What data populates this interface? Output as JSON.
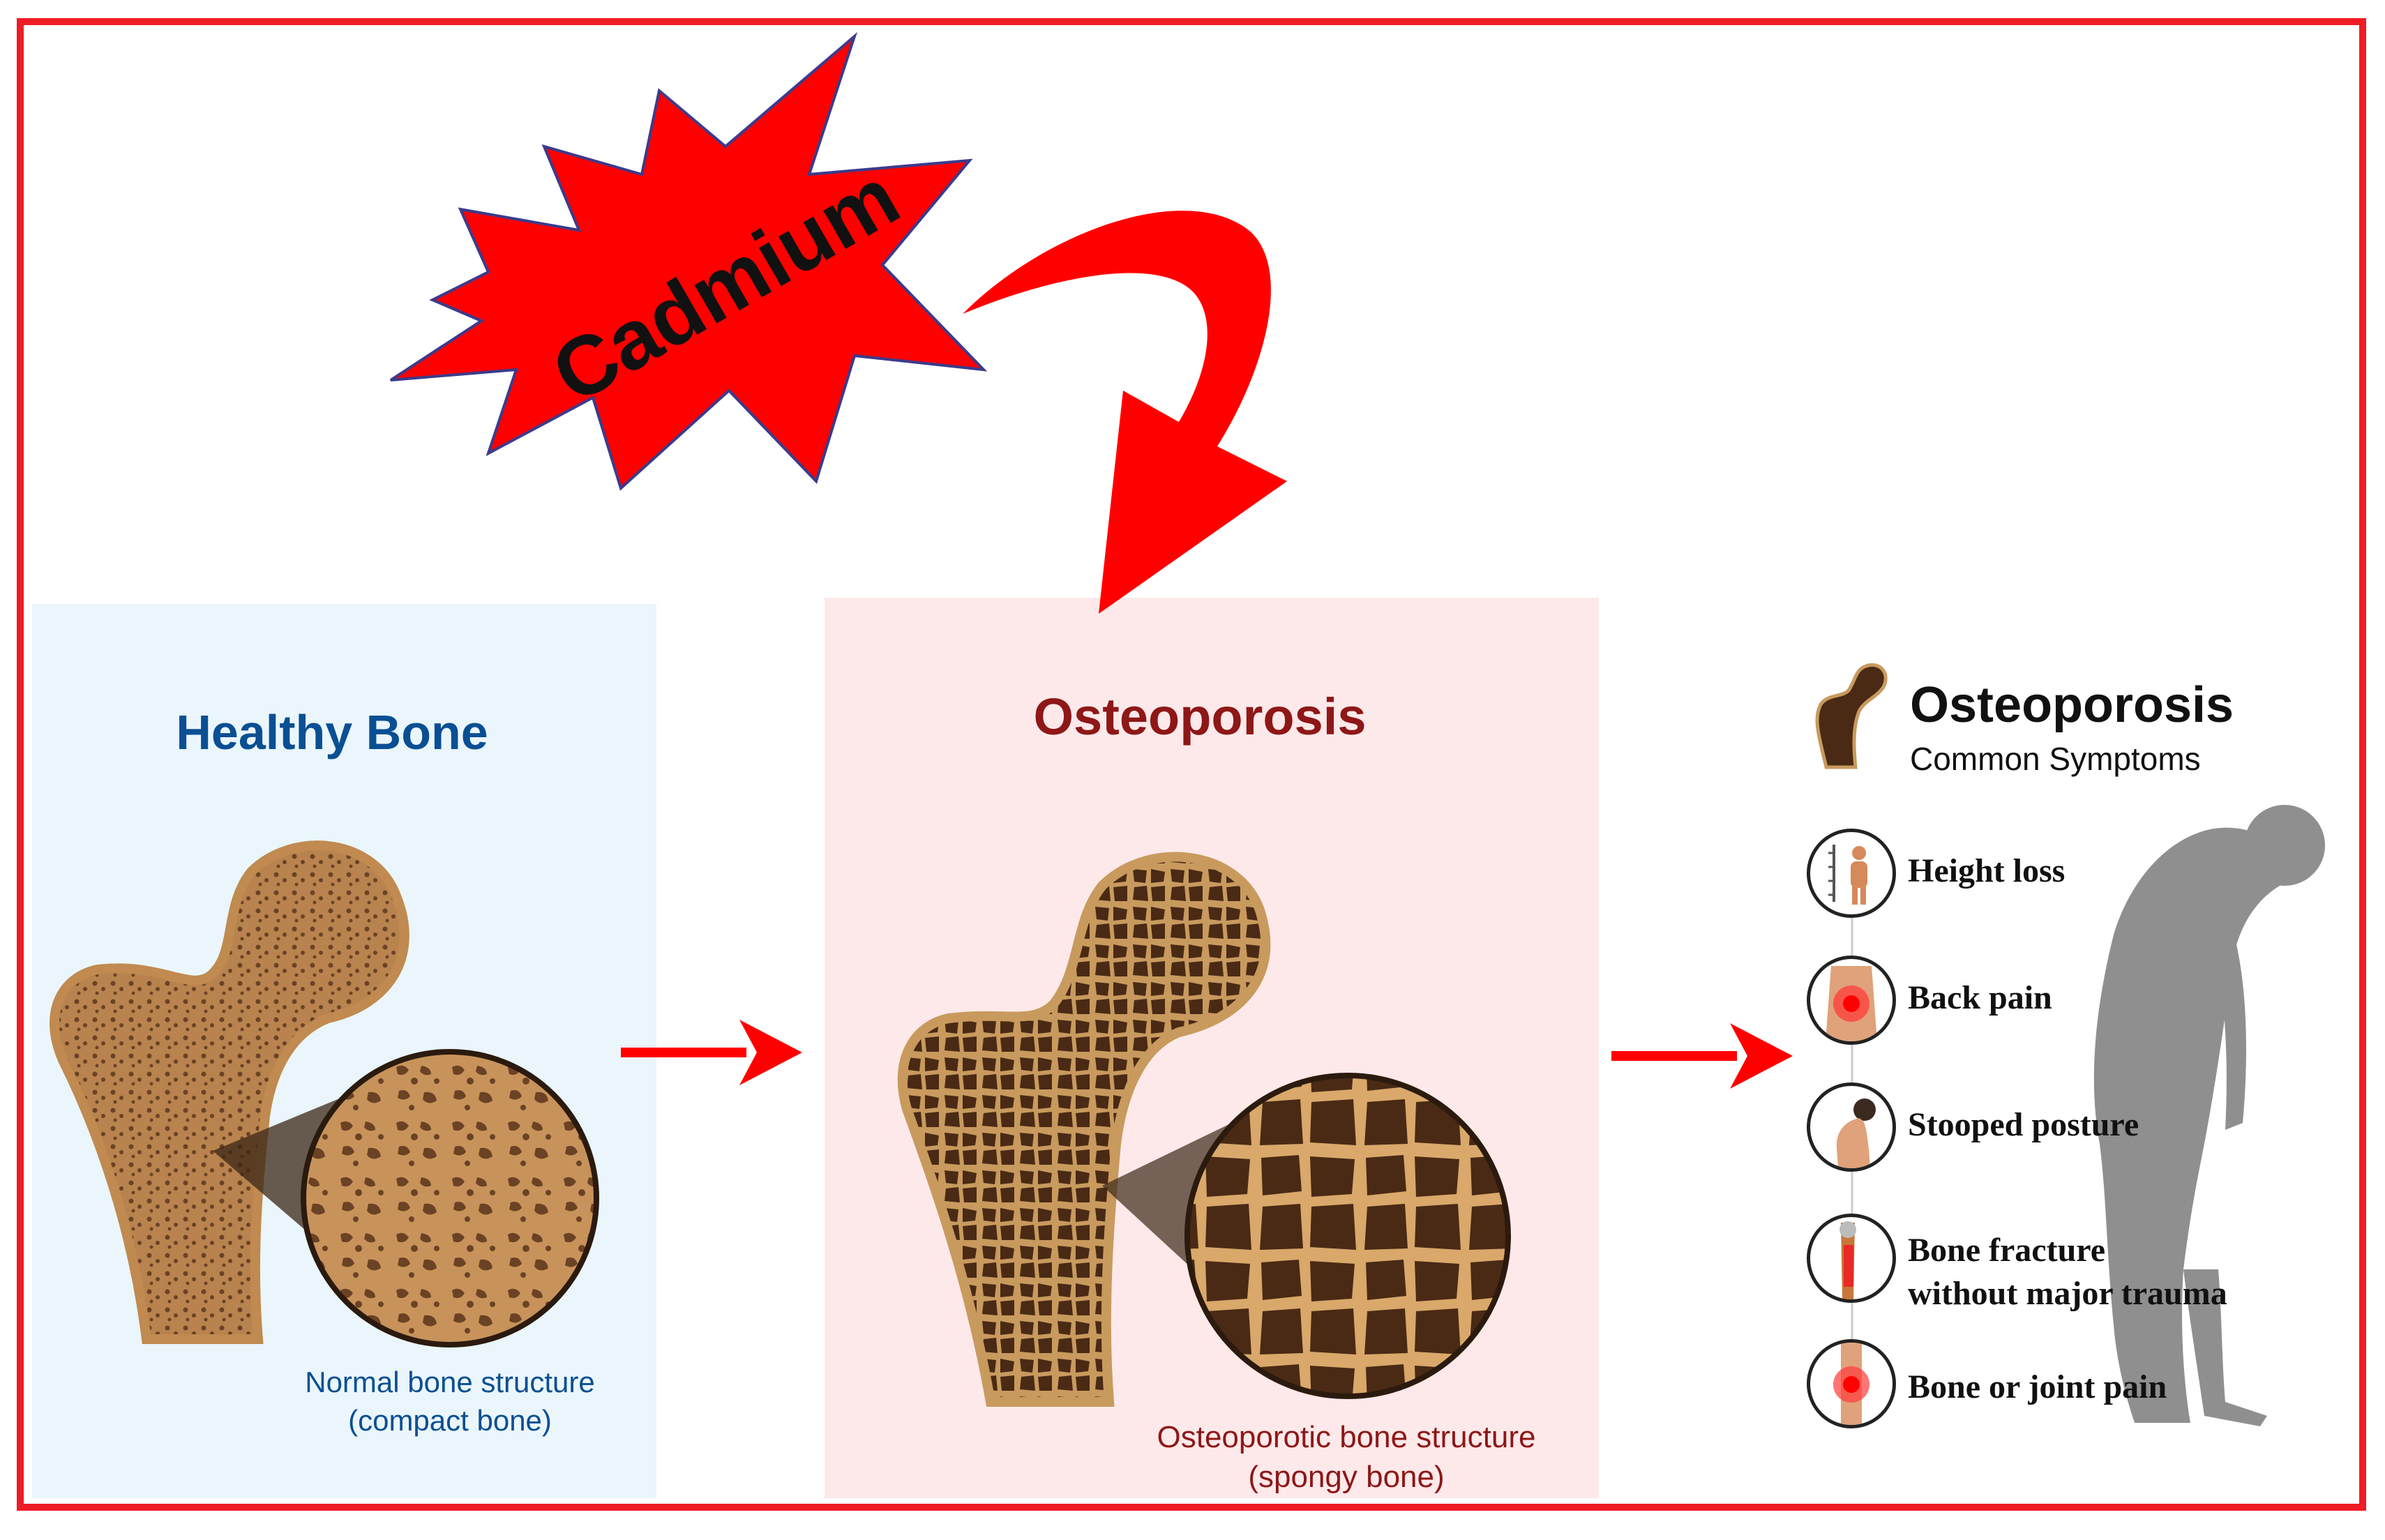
{
  "trigger": {
    "label": "Cadmium"
  },
  "healthy": {
    "title": "Healthy Bone",
    "caption_line1": "Normal bone structure",
    "caption_line2": "(compact bone)"
  },
  "osteoporosis": {
    "title": "Osteoporosis",
    "caption_line1": "Osteoporotic bone structure",
    "caption_line2": "(spongy bone)"
  },
  "symptoms": {
    "title": "Osteoporosis",
    "subtitle": "Common Symptoms",
    "items": [
      {
        "label": "Height loss",
        "icon": "height-loss-icon"
      },
      {
        "label": "Back pain",
        "icon": "back-pain-icon"
      },
      {
        "label": "Stooped posture",
        "icon": "stooped-posture-icon"
      },
      {
        "label_line1": "Bone fracture",
        "label_line2": "without major trauma",
        "icon": "bone-fracture-icon"
      },
      {
        "label": "Bone or joint pain",
        "icon": "joint-pain-icon"
      }
    ]
  },
  "colors": {
    "frame": "#ee1c24",
    "healthy_text": "#0a4f93",
    "osteo_text": "#8e1717",
    "bone": "#d8a56a",
    "bone_dark": "#5e3a1e"
  }
}
